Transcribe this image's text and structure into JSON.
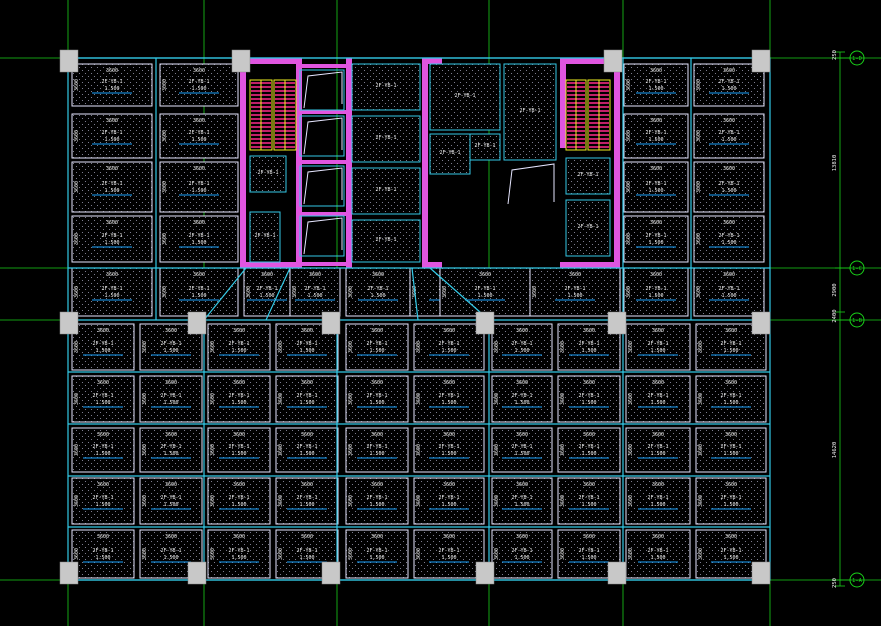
{
  "grid_axes": {
    "right": [
      {
        "label": "1-D"
      },
      {
        "label": "1-C"
      },
      {
        "label": "1-B"
      },
      {
        "label": "1-A"
      }
    ]
  },
  "dimensions": {
    "right": [
      "250",
      "13810",
      "2900",
      "2400",
      "14620",
      "250"
    ]
  },
  "span_label": "3600",
  "panel_id_top": "2F-YB-1",
  "panel_thickness": "1.500",
  "colors": {
    "background": "#000000",
    "slab_border": "#e6e6ff",
    "beam": "#33c9e6",
    "column": "#c8c8c8",
    "wall": "#e055e0",
    "stair": "#ff2a8a",
    "stair_edge": "#f0f020",
    "grid": "#19d019",
    "rebar_bottom": "#1aa3ff",
    "hatch": "#b0b0c0",
    "text": "#f0f0f0"
  }
}
